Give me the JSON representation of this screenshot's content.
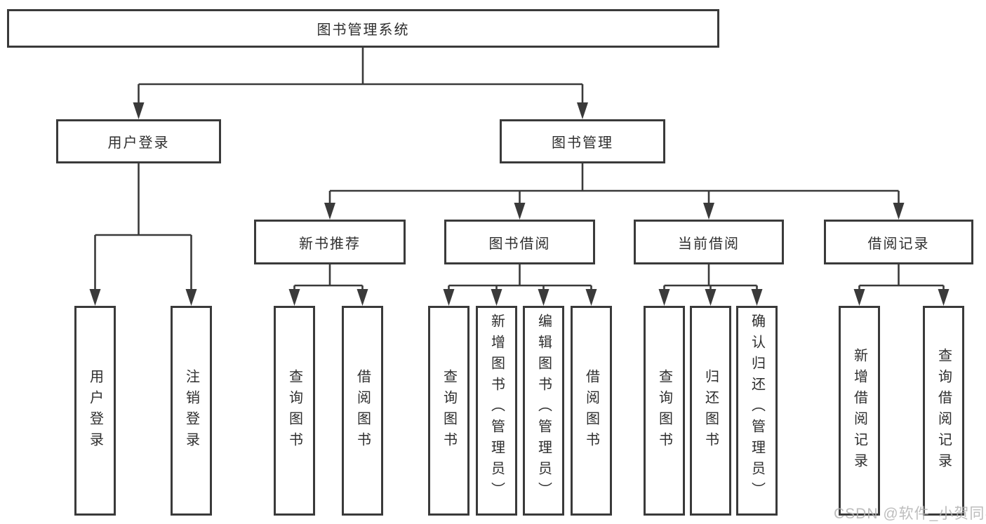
{
  "nodes": {
    "root": {
      "label": "图书管理系统"
    },
    "user_login": {
      "label": "用户登录"
    },
    "book_management": {
      "label": "图书管理"
    },
    "new_book_recommend": {
      "label": "新书推荐"
    },
    "book_borrow": {
      "label": "图书借阅"
    },
    "current_borrow": {
      "label": "当前借阅"
    },
    "borrow_records": {
      "label": "借阅记录"
    },
    "leaf_user_login": {
      "label": "用户登录"
    },
    "leaf_logout_login": {
      "label": "注销登录"
    },
    "leaf_query_book_1": {
      "label": "查询图书"
    },
    "leaf_borrow_book_1": {
      "label": "借阅图书"
    },
    "leaf_query_book_2": {
      "label": "查询图书"
    },
    "leaf_add_book": {
      "label": "新增图书（管理员）"
    },
    "leaf_edit_book": {
      "label": "编辑图书（管理员）"
    },
    "leaf_borrow_book_2": {
      "label": "借阅图书"
    },
    "leaf_query_book_3": {
      "label": "查询图书"
    },
    "leaf_return_book": {
      "label": "归还图书"
    },
    "leaf_confirm_return": {
      "label": "确认归还（管理员）"
    },
    "leaf_add_borrow_record": {
      "label": "新增借阅记录"
    },
    "leaf_query_borrow_record": {
      "label": "查询借阅记录"
    }
  },
  "watermark": {
    "text": "CSDN @软件_小贺同学"
  },
  "colors": {
    "line": "#3a3a3a",
    "box_border": "#3a3a3a",
    "text": "#2e2e2e",
    "watermark": "#b2b2b2",
    "background": "#ffffff"
  }
}
